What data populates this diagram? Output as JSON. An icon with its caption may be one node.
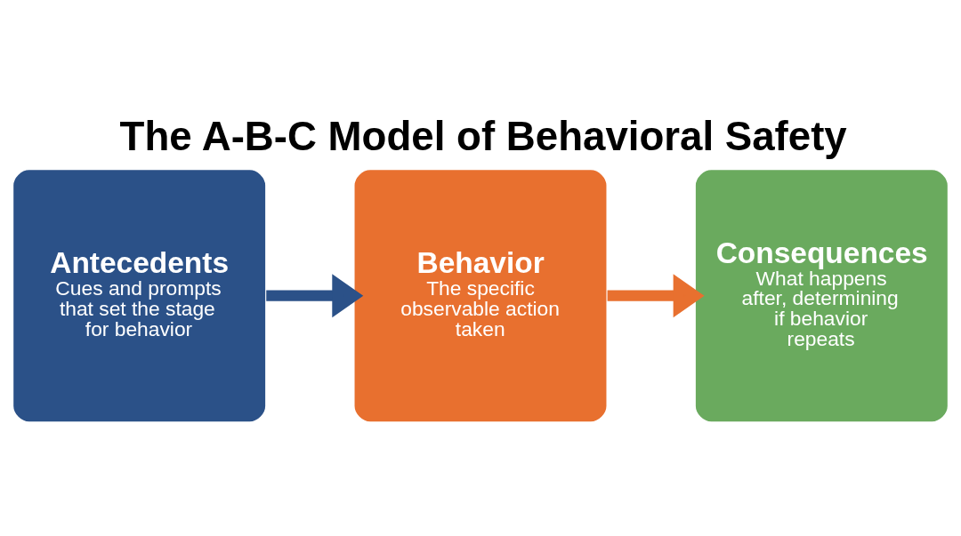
{
  "diagram": {
    "title": "The A-B-C Model of Behavioral Safety",
    "nodes": [
      {
        "text": [
          "Antecedents",
          "Cues and prompts that set the stage for behavior"
        ]
      },
      {
        "text": [
          "Behavior",
          "The specific observable action taken"
        ]
      },
      {
        "text": [
          "Consequences",
          "What happens after, determining if behavior repeats"
        ]
      }
    ],
    "edges": [
      {
        "from": 0,
        "to": 1,
        "arrow": "to",
        "color": "#2b5188"
      },
      {
        "from": 1,
        "to": 2,
        "arrow": "to",
        "color": "#e8702f"
      }
    ]
  }
}
